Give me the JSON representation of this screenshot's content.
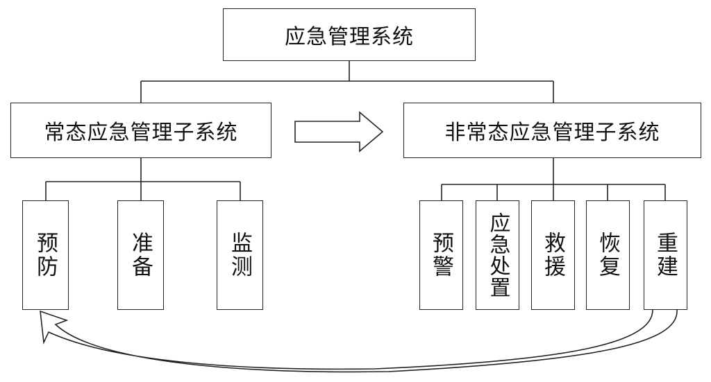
{
  "root": {
    "label": "应急管理系统"
  },
  "left": {
    "label": "常态应急管理子系统",
    "children": [
      "预防",
      "准备",
      "监测"
    ]
  },
  "right": {
    "label": "非常态应急管理子系统",
    "children": [
      "预警",
      "应急处置",
      "救援",
      "恢复",
      "重建"
    ]
  },
  "colors": {
    "line": "#222222",
    "fill": "#ffffff",
    "arrow_shade": "#aaaaaa"
  }
}
